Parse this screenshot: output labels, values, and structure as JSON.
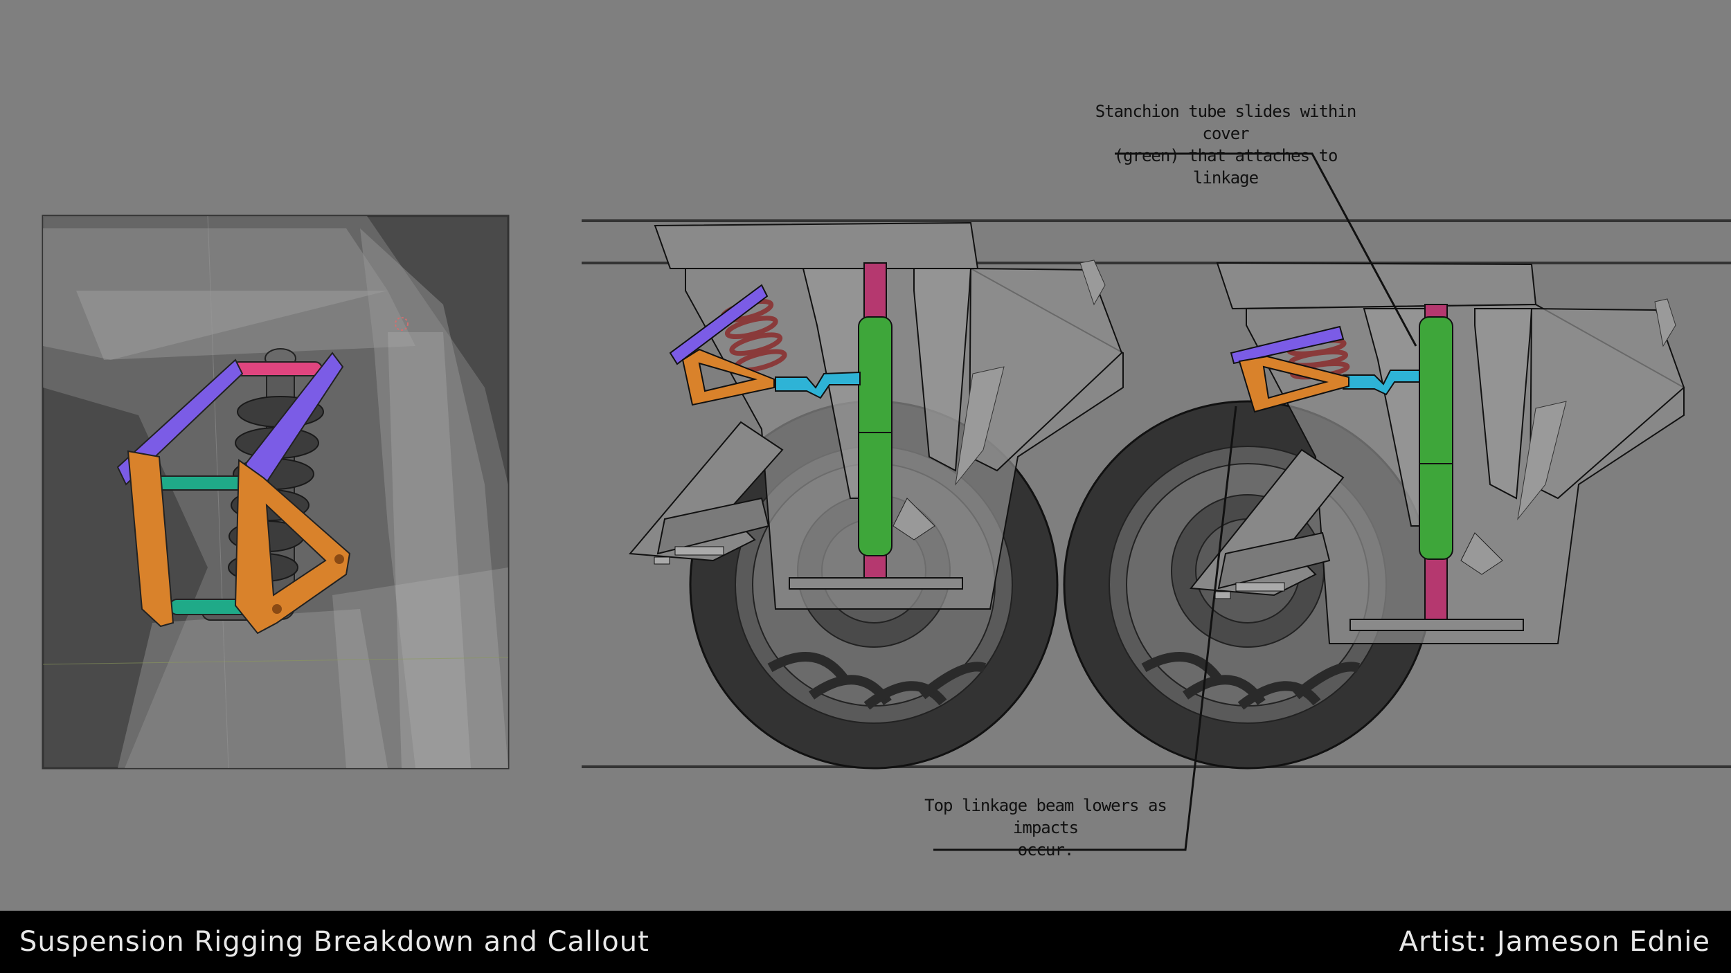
{
  "callouts": {
    "stanchion_line1": "Stanchion tube slides within cover",
    "stanchion_line2": "(green) that attaches to linkage",
    "linkage_line1": "Top linkage beam lowers as impacts",
    "linkage_line2": "occur."
  },
  "footer": {
    "title": "Suspension Rigging Breakdown and Callout",
    "artist": "Artist: Jameson Ednie"
  },
  "colors": {
    "background": "#7f7f7f",
    "viewport_bg": "#4a4a4a",
    "orange_bracket": "#d9822b",
    "purple_beam": "#7b5ce6",
    "teal_pin": "#1faa88",
    "pink_pin": "#e0457f",
    "stanchion_green": "#3ea63a",
    "stanchion_magenta": "#b5386f",
    "linkage_cyan": "#2eb3d6",
    "tire": "#3a3a3a",
    "footer_bg": "#000000"
  }
}
